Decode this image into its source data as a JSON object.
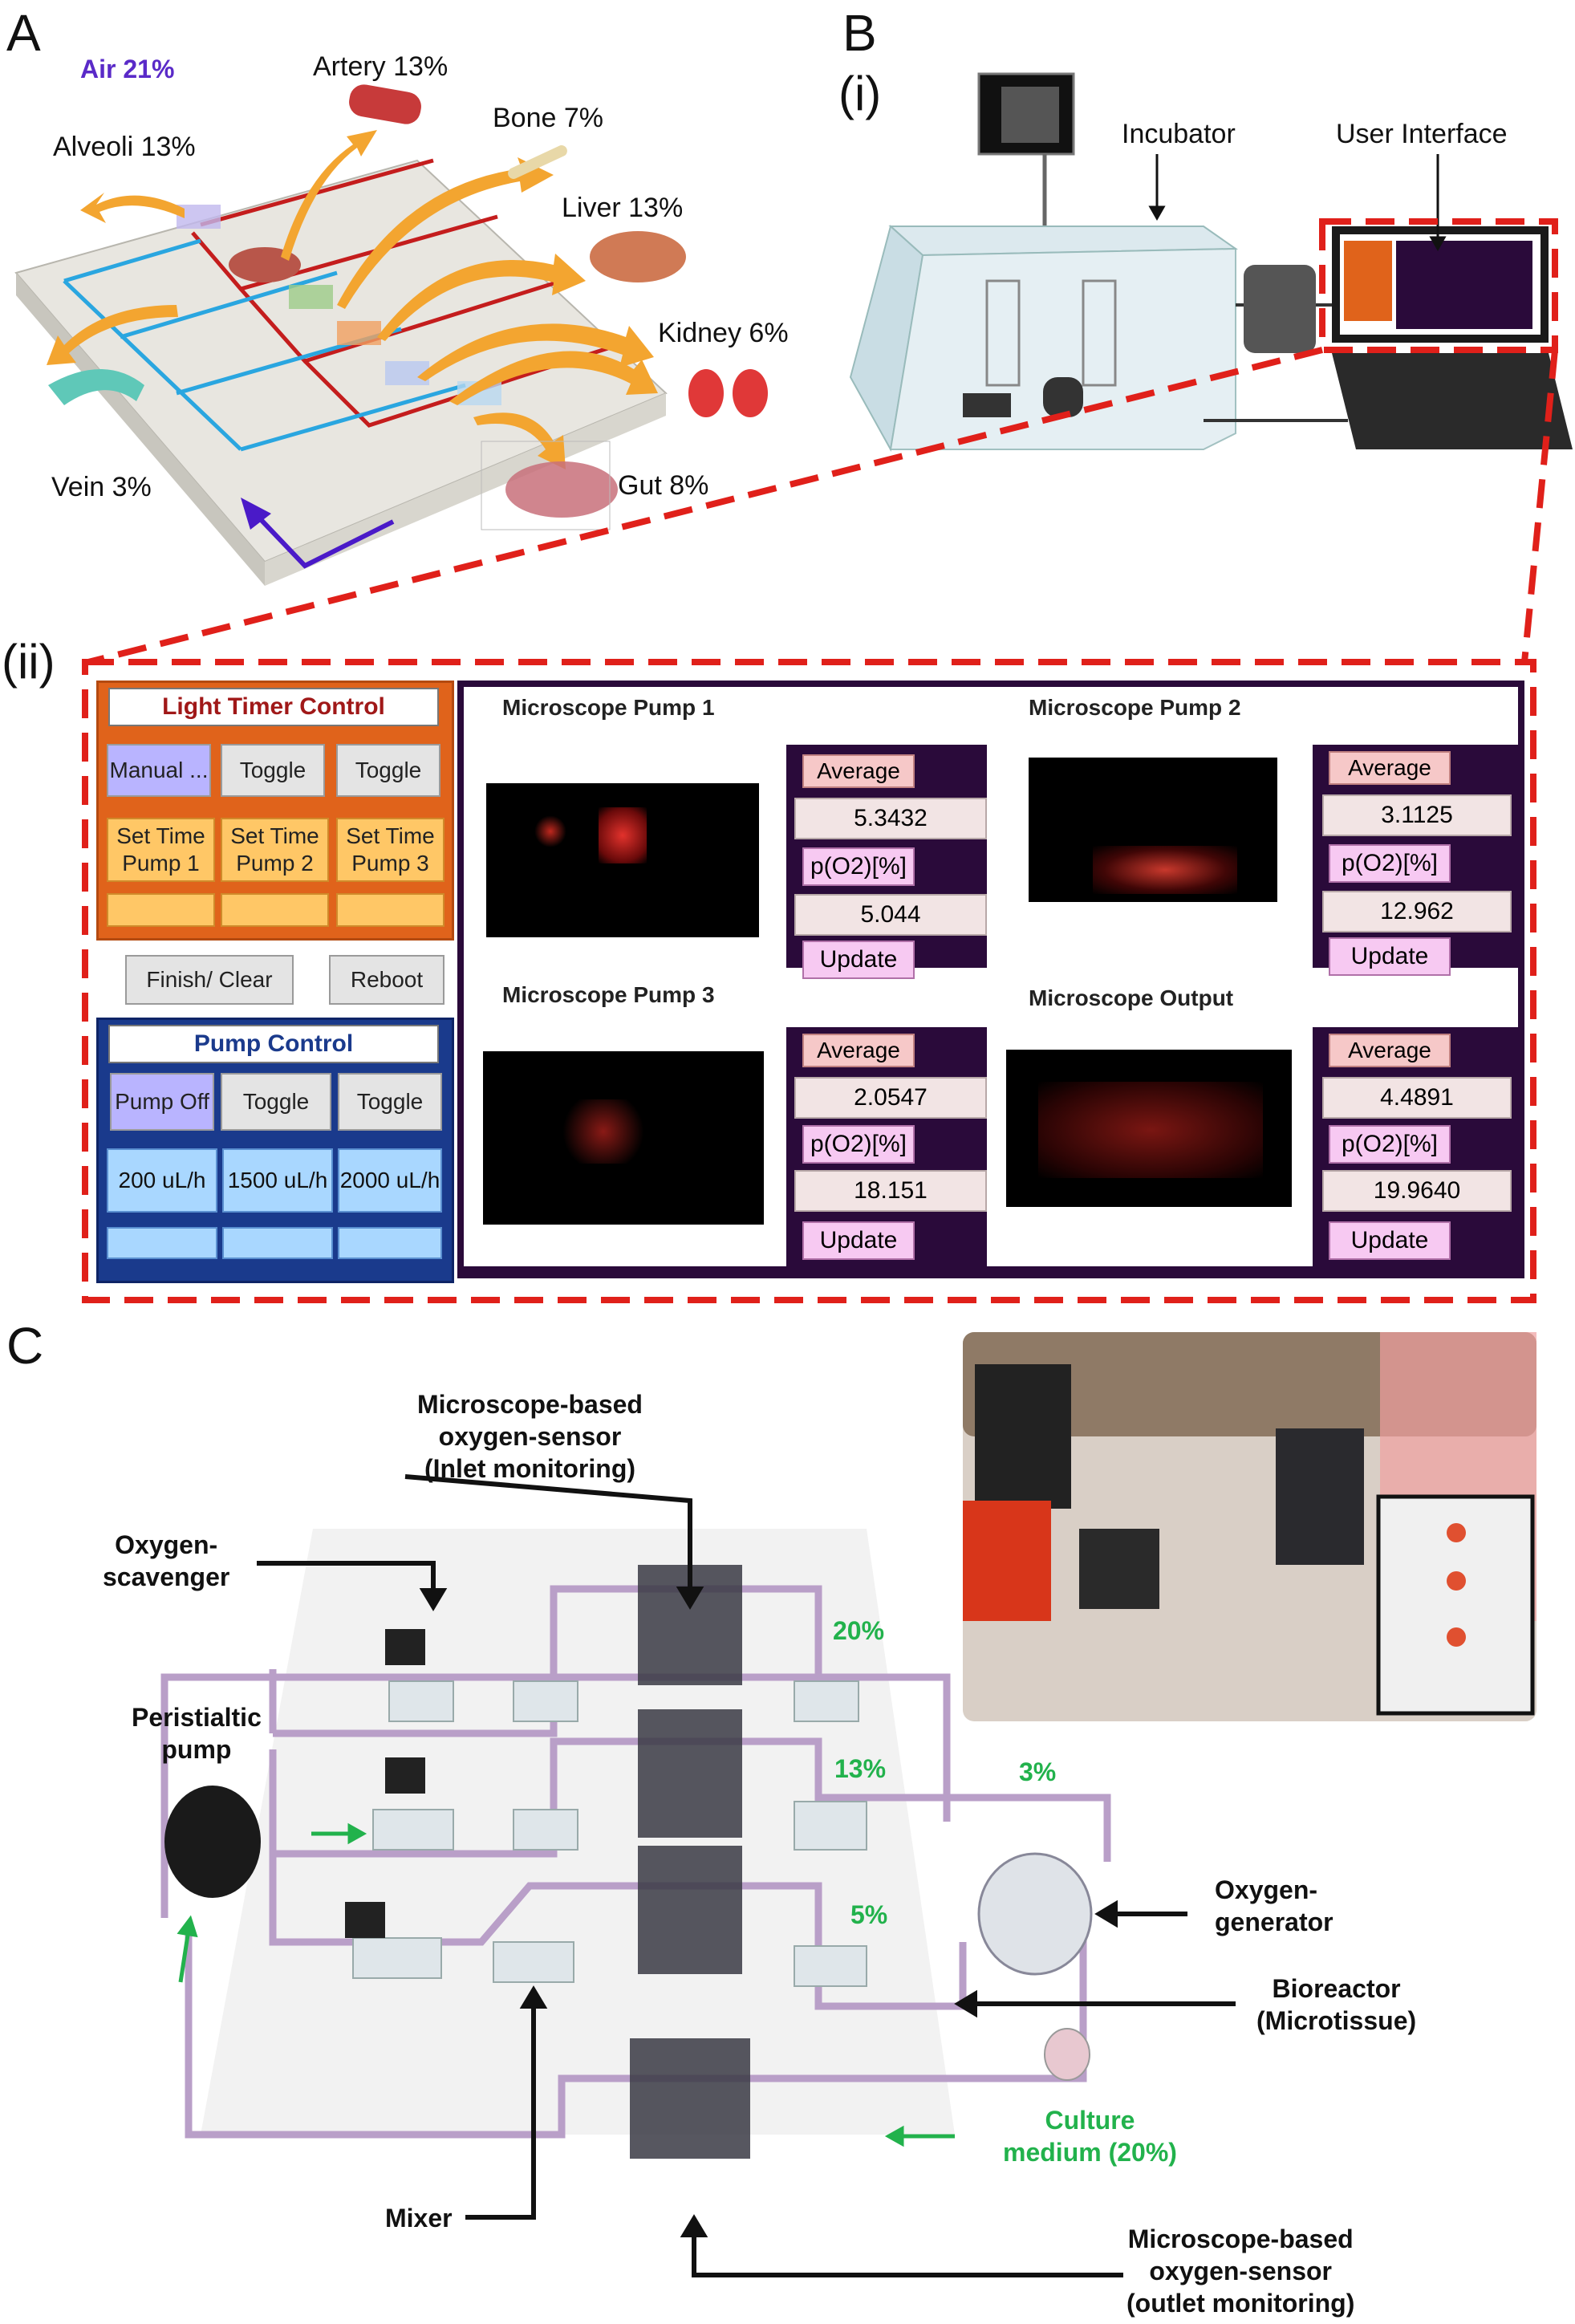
{
  "panels": {
    "a": "A",
    "b": "B",
    "b_i": "(i)",
    "b_ii": "(ii)",
    "c": "C"
  },
  "panel_a": {
    "air": "Air 21%",
    "organs": {
      "artery": "Artery 13%",
      "bone": "Bone 7%",
      "alveoli": "Alveoli 13%",
      "liver": "Liver 13%",
      "kidney": "Kidney 6%",
      "vein": "Vein 3%",
      "gut": "Gut 8%"
    }
  },
  "panel_b": {
    "incubator": "Incubator",
    "user_interface": "User Interface"
  },
  "ui": {
    "light_timer": {
      "title": "Light Timer Control",
      "buttons": [
        "Manual ...",
        "Toggle",
        "Toggle"
      ],
      "set_time": [
        "Set Time Pump 1",
        "Set Time Pump 2",
        "Set Time Pump 3"
      ]
    },
    "finish_clear": "Finish/ Clear",
    "reboot": "Reboot",
    "pump_control": {
      "title": "Pump Control",
      "buttons": [
        "Pump Off",
        "Toggle",
        "Toggle"
      ],
      "rates": [
        "200 uL/h",
        "1500 uL/h",
        "2000 uL/h"
      ]
    },
    "microscopes": [
      {
        "title": "Microscope Pump 1",
        "average_label": "Average",
        "average": "5.3432",
        "po2_label": "p(O2)[%]",
        "po2": "5.044",
        "update": "Update"
      },
      {
        "title": "Microscope Pump 2",
        "average_label": "Average",
        "average": "3.1125",
        "po2_label": "p(O2)[%]",
        "po2": "12.962",
        "update": "Update"
      },
      {
        "title": "Microscope Pump 3",
        "average_label": "Average",
        "average": "2.0547",
        "po2_label": "p(O2)[%]",
        "po2": "18.151",
        "update": "Update"
      },
      {
        "title": "Microscope Output",
        "average_label": "Average",
        "average": "4.4891",
        "po2_label": "p(O2)[%]",
        "po2": "19.9640",
        "update": "Update"
      }
    ]
  },
  "panel_c": {
    "sensor_inlet": [
      "Microscope-based",
      "oxygen-sensor",
      "(Inlet monitoring)"
    ],
    "scavenger": [
      "Oxygen-",
      "scavenger"
    ],
    "pump": [
      "Peristialtic",
      "pump"
    ],
    "generator": [
      "Oxygen-",
      "generator"
    ],
    "bioreactor": [
      "Bioreactor",
      "(Microtissue)"
    ],
    "mixer": "Mixer",
    "sensor_outlet": [
      "Microscope-based",
      "oxygen-sensor",
      "(outlet monitoring)"
    ],
    "levels": [
      "20%",
      "13%",
      "5%",
      "3%"
    ],
    "culture_medium": [
      "Culture",
      "medium (20%)"
    ]
  },
  "colors": {
    "red_dash": "#e0201a",
    "orange": "#e0631b",
    "navy": "#1a3a8c",
    "purple": "#2a0a3a",
    "green": "#22b24c",
    "air_purple": "#5a2ac8"
  }
}
